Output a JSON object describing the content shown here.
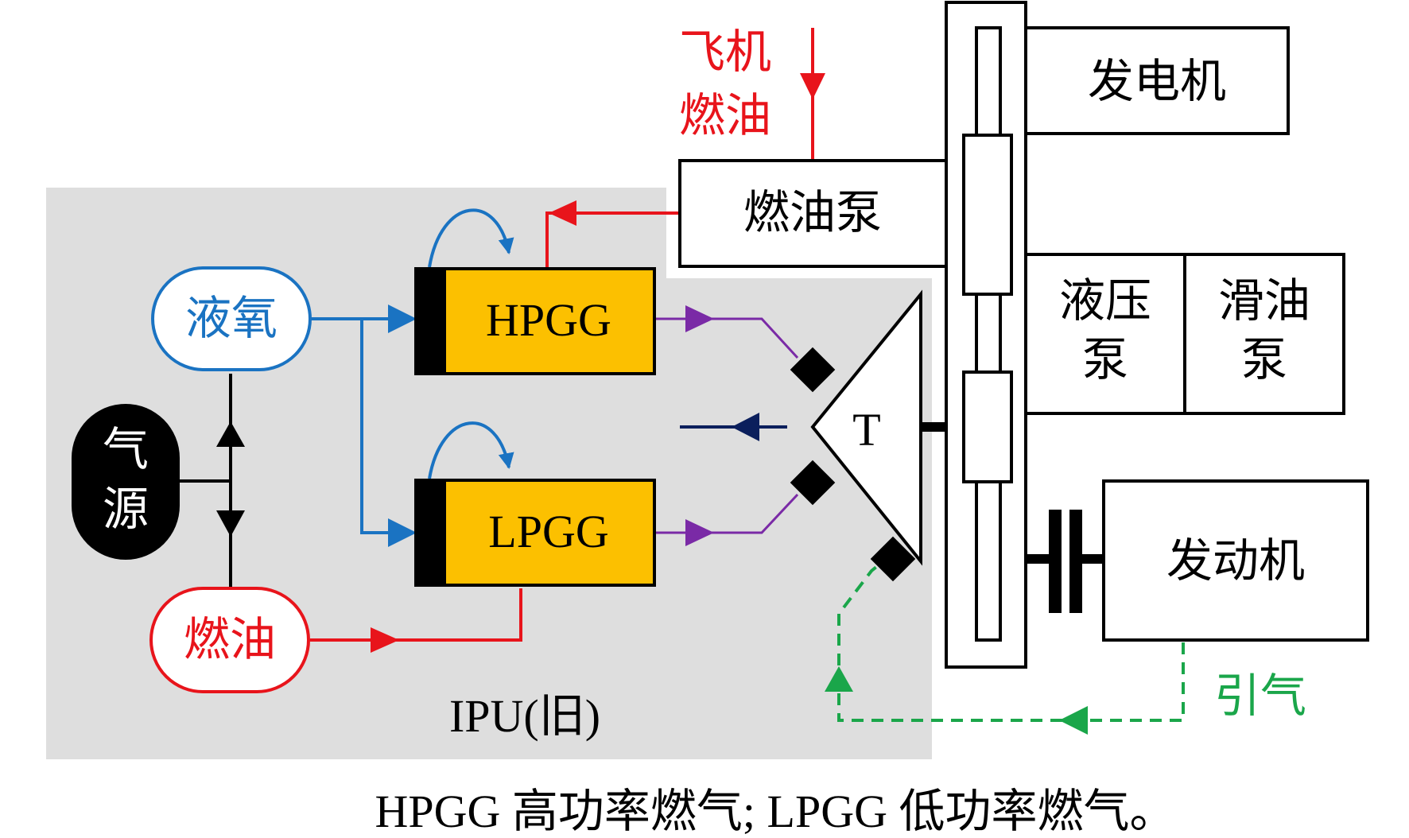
{
  "title": "",
  "ipu_label": "IPU(旧)",
  "nodes": {
    "liquid_oxygen": "液氧",
    "gas_source": [
      "气",
      "源"
    ],
    "fuel": "燃油",
    "hpgg": "HPGG",
    "lpgg": "LPGG",
    "turbine": "T",
    "fuel_pump": "燃油泵",
    "generator": "发电机",
    "hydraulic_pump": [
      "液压",
      "泵"
    ],
    "lube_pump": [
      "滑油",
      "泵"
    ],
    "engine": "发动机"
  },
  "inputs": {
    "aircraft_fuel": [
      "飞机",
      "燃油"
    ],
    "bleed_air": "引气"
  },
  "caption": "HPGG 高功率燃气; LPGG 低功率燃气。",
  "colors": {
    "oxygen_flow": "#1a73c2",
    "fuel_flow": "#e8141b",
    "gas_flow": "#7a2aa6",
    "bleed_flow": "#1aa64a",
    "exhaust": "#0b1f5c",
    "generator_fill": "#fcc000",
    "ipu_background": "#dedede"
  }
}
